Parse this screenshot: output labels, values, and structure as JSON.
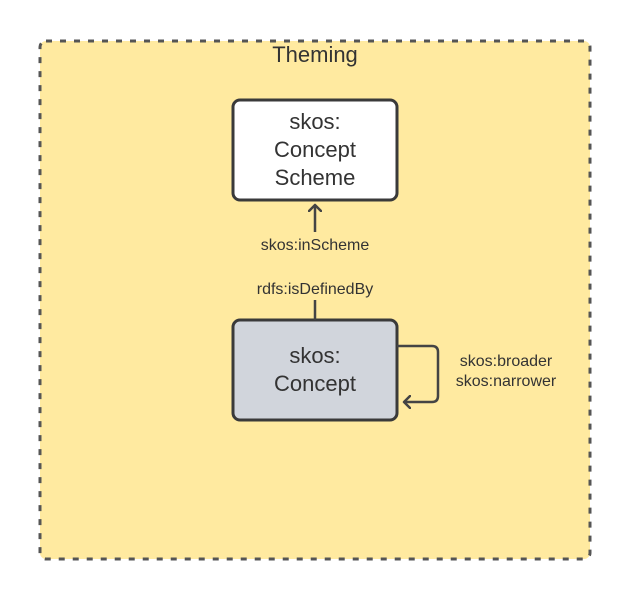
{
  "group": {
    "title": "Theming",
    "fill": "#FFEAA0",
    "border": "#555555"
  },
  "nodes": {
    "concept_scheme": {
      "lines": [
        "skos:",
        "Concept",
        "Scheme"
      ],
      "fill": "#FFFFFF"
    },
    "concept": {
      "lines": [
        "skos:",
        "Concept"
      ],
      "fill": "#D1D5DC"
    }
  },
  "edges": {
    "in_scheme": {
      "label": "skos:inScheme"
    },
    "is_defined_by": {
      "label": "rdfs:isDefinedBy"
    },
    "self_loop": {
      "labels": [
        "skos:broader",
        "skos:narrower"
      ]
    }
  }
}
